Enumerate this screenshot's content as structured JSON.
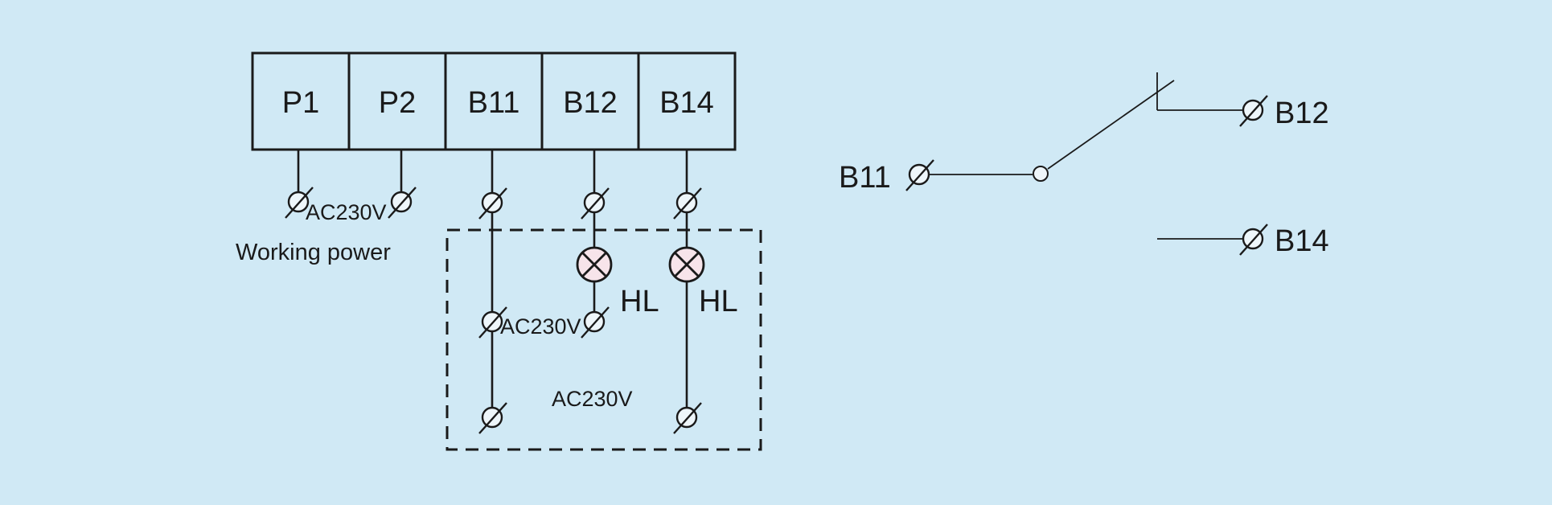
{
  "terminals": [
    "P1",
    "P2",
    "B11",
    "B12",
    "B14"
  ],
  "labels": {
    "power_voltage": "AC230V",
    "working_power": "Working power",
    "lamp_voltage": "AC230V",
    "box_voltage": "AC230V",
    "lamp1": "HL",
    "lamp2": "HL"
  },
  "switch_diagram": {
    "common": "B11",
    "normally_open": "B12",
    "normally_closed": "B14"
  },
  "colors": {
    "background": "#d0e9f5",
    "line": "#1a1a1a",
    "lamp_fill": "#f7e4ea",
    "terminal_fill": "#eef6fa"
  }
}
